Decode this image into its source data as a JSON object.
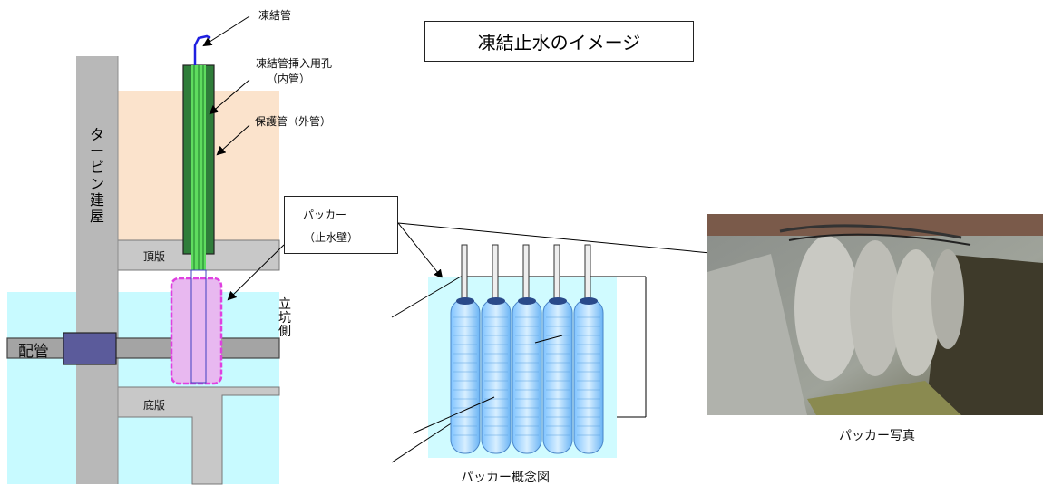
{
  "title": "凍結止水のイメージ",
  "labels": {
    "freeze_pipe": "凍結管",
    "insert_hole_line1": "凍結管挿入用孔",
    "insert_hole_line2": "（内管）",
    "protect_pipe": "保護管（外管）",
    "packer_line1": "パッカー",
    "packer_line2": "（止水壁）",
    "turbine_building": [
      "タ",
      "ー",
      "ビ",
      "ン",
      "建",
      "屋"
    ],
    "top_slab": "頂版",
    "bottom_slab": "底版",
    "piping": "配管",
    "shaft_side": [
      "立",
      "坑",
      "側"
    ],
    "packer_concept": "パッカー概念図",
    "packer_photo": "パッカー写真"
  },
  "colors": {
    "soil": "#fbe3cc",
    "water": "#c8faff",
    "concrete": "#c8c8c8",
    "building": "#b4b4b4",
    "freeze_green": "#3fd43f",
    "packer_magenta": "#e040e0",
    "packer_fill": "#e8b8f0",
    "pipe": "#a0a0a0",
    "valve": "#5a5a9a"
  }
}
